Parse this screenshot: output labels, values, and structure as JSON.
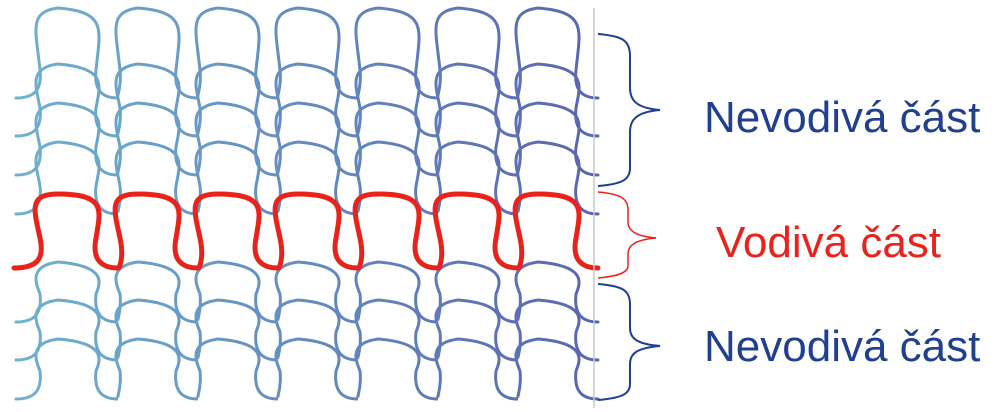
{
  "labels": {
    "top": "Nevodivá část",
    "middle": "Vodivá část",
    "bottom": "Nevodivá část"
  },
  "colors": {
    "nonconductive_text": "#1f3f8f",
    "conductive_text": "#e8231c",
    "conductive_yarn": "#e8231c",
    "yarn_left": "#6fb3cf",
    "yarn_right": "#5a66b0",
    "divider": "#c8c8c8"
  }
}
